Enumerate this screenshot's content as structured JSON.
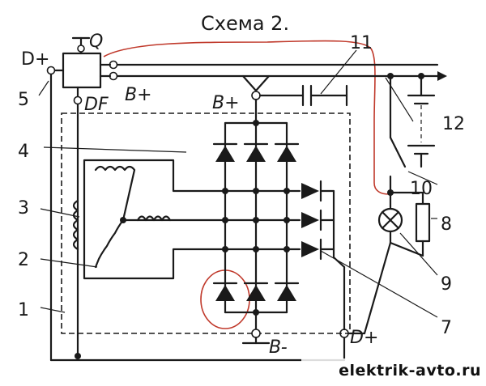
{
  "diagram": {
    "title": "Схема 2.",
    "terminals": {
      "d_plus_top": "D+",
      "q": "Q",
      "df": "DF",
      "b_plus_reg": "B+",
      "b_plus_bridge": "B+",
      "b_minus": "B-",
      "d_plus_bottom": "D+"
    },
    "callouts": [
      "1",
      "2",
      "3",
      "4",
      "5",
      "7",
      "8",
      "9",
      "10",
      "11",
      "12"
    ],
    "watermark": "elektrik-avto.ru",
    "colors": {
      "line": "#1a1a1a",
      "highlight": "#c0392b",
      "background": "#ffffff"
    }
  }
}
